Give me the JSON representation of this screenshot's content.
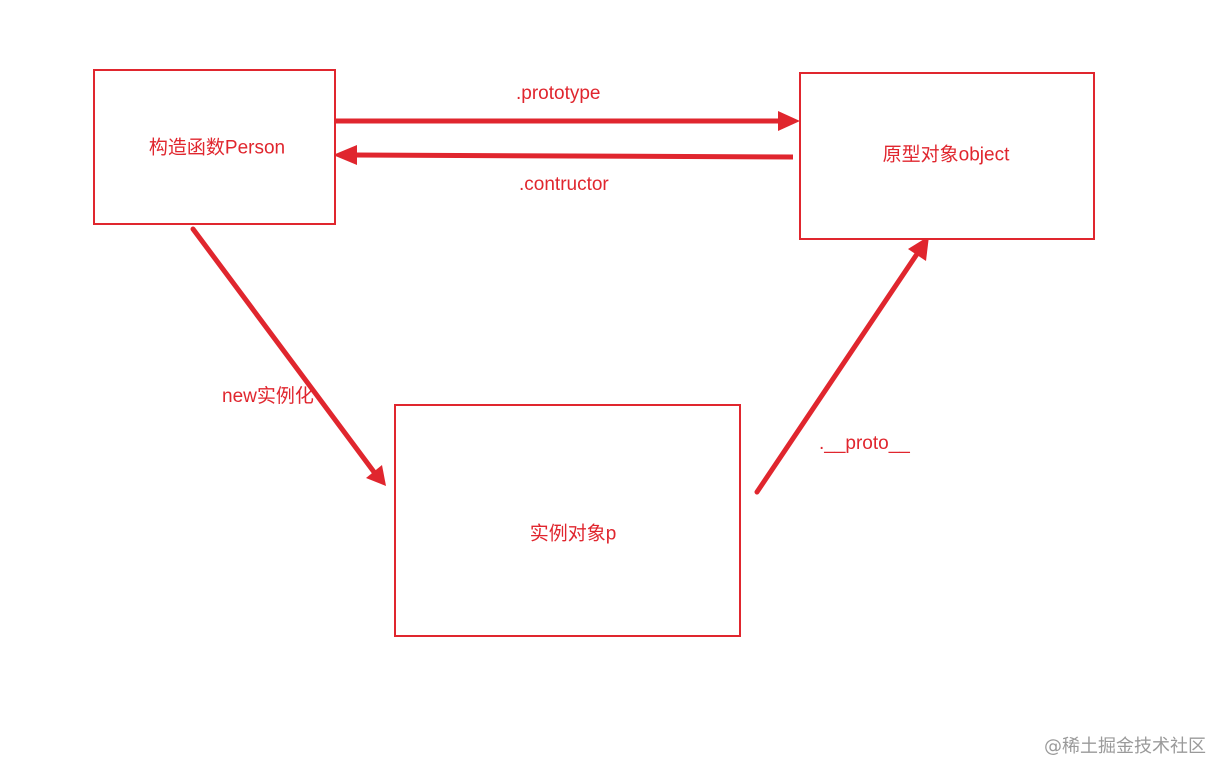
{
  "diagram": {
    "nodes": {
      "constructor": {
        "label": "构造函数Person"
      },
      "prototype_object": {
        "label": "原型对象object"
      },
      "instance": {
        "label": "实例对象p"
      }
    },
    "edges": {
      "prototype": {
        "label": ".prototype"
      },
      "constructor_back": {
        "label": ".contructor"
      },
      "new_instance": {
        "label": "new实例化"
      },
      "proto": {
        "label": ".__proto__"
      }
    },
    "color": "#e0262e"
  },
  "watermark": {
    "text": "@稀土掘金技术社区"
  }
}
